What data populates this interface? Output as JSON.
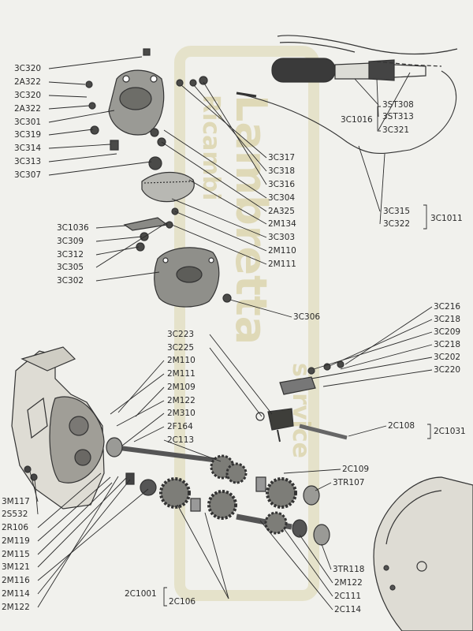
{
  "watermark": {
    "line1": "Lambretta",
    "line2": "Ricambi",
    "line3": "service"
  },
  "groups": {
    "upper_left": [
      "3C320",
      "2A322",
      "3C320",
      "2A322",
      "3C301",
      "3C319",
      "3C314",
      "3C313",
      "3C307"
    ],
    "upper_mid": [
      "3C1036",
      "3C309",
      "3C312",
      "3C305",
      "3C302"
    ],
    "upper_right": [
      "3C317",
      "3C318",
      "3C316",
      "3C304",
      "2A325",
      "2M134",
      "3C303",
      "2M110",
      "2M111"
    ],
    "throttle": [
      "3ST308",
      "3ST313",
      "3C321",
      "3C1016"
    ],
    "cable": [
      "3C315",
      "3C322",
      "3C1011"
    ],
    "cover_screw": "3C306",
    "selector": [
      "3C223",
      "3C225"
    ],
    "gearbox_right_top": [
      "3C216",
      "3C218",
      "3C209",
      "3C218",
      "3C202",
      "3C220"
    ],
    "shaft_kit": [
      "2C108",
      "2C1031"
    ],
    "center_column": [
      "2M110",
      "2M111",
      "2M109",
      "2M122",
      "2M310",
      "2F164",
      "2C113"
    ],
    "right_mid": [
      "2C109",
      "3TR107",
      "3TR118",
      "2M122",
      "2C111",
      "2C114"
    ],
    "left_bottom": [
      "3M117",
      "2S532",
      "2R106",
      "2M119",
      "2M115",
      "3M121",
      "2M116",
      "2M114",
      "2M122"
    ],
    "bottom_kit": [
      "2C1001",
      "2C106"
    ]
  }
}
